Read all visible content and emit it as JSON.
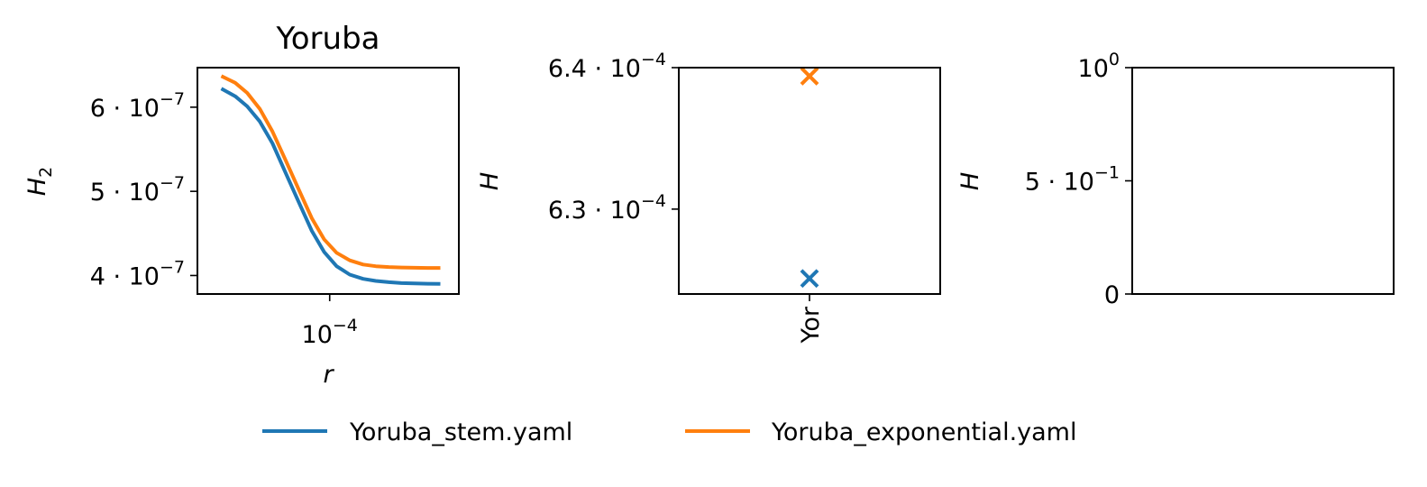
{
  "legend": {
    "entries": [
      {
        "label": "Yoruba_stem.yaml",
        "color": "#1f77b4"
      },
      {
        "label": "Yoruba_exponential.yaml",
        "color": "#ff7f0e"
      }
    ]
  },
  "chart_data": [
    {
      "type": "line",
      "title": "Yoruba",
      "xlabel": "r",
      "ylabel": "H",
      "ylabel_sub": "2",
      "xscale": "log",
      "xlim": [
        2.3e-05,
        0.00042
      ],
      "ylim": [
        3.78e-07,
        6.47e-07
      ],
      "xticks": [
        {
          "value": 0.0001,
          "base": "10",
          "exp": "−4"
        }
      ],
      "yticks": [
        {
          "value": 4e-07,
          "mant": "4",
          "exp": "−7"
        },
        {
          "value": 5e-07,
          "mant": "5",
          "exp": "−7"
        },
        {
          "value": 6e-07,
          "mant": "6",
          "exp": "−7"
        }
      ],
      "series": [
        {
          "name": "Yoruba_stem.yaml",
          "color": "#1f77b4",
          "x": [
            3e-05,
            3.5e-05,
            4e-05,
            4.6e-05,
            5.3e-05,
            6.1e-05,
            7.1e-05,
            8.2e-05,
            9.4e-05,
            0.000108,
            0.000125,
            0.000145,
            0.000167,
            0.000193,
            0.000222,
            0.000257,
            0.000297,
            0.000342
          ],
          "y": [
            6.22e-07,
            6.13e-07,
            6.01e-07,
            5.83e-07,
            5.57e-07,
            5.23e-07,
            4.87e-07,
            4.53e-07,
            4.28e-07,
            4.11e-07,
            4.01e-07,
            3.96e-07,
            3.935e-07,
            3.92e-07,
            3.91e-07,
            3.905e-07,
            3.902e-07,
            3.9e-07
          ]
        },
        {
          "name": "Yoruba_exponential.yaml",
          "color": "#ff7f0e",
          "x": [
            3e-05,
            3.5e-05,
            4e-05,
            4.6e-05,
            5.3e-05,
            6.1e-05,
            7.1e-05,
            8.2e-05,
            9.4e-05,
            0.000108,
            0.000125,
            0.000145,
            0.000167,
            0.000193,
            0.000222,
            0.000257,
            0.000297,
            0.000342
          ],
          "y": [
            6.37e-07,
            6.29e-07,
            6.17e-07,
            5.98e-07,
            5.71e-07,
            5.38e-07,
            5.02e-07,
            4.68e-07,
            4.43e-07,
            4.27e-07,
            4.18e-07,
            4.13e-07,
            4.11e-07,
            4.1e-07,
            4.095e-07,
            4.092e-07,
            4.09e-07,
            4.09e-07
          ]
        }
      ]
    },
    {
      "type": "scatter",
      "ylabel": "H",
      "categories": [
        "Yor"
      ],
      "ylim": [
        0.000624,
        0.00064
      ],
      "yticks": [
        {
          "value": 0.00063,
          "mant": "6.3",
          "exp": "−4"
        },
        {
          "value": 0.00064,
          "mant": "6.4",
          "exp": "−4"
        }
      ],
      "series": [
        {
          "name": "Yoruba_stem.yaml",
          "color": "#1f77b4",
          "marker": "x",
          "values": [
            0.0006251
          ]
        },
        {
          "name": "Yoruba_exponential.yaml",
          "color": "#ff7f0e",
          "marker": "x",
          "values": [
            0.0006394
          ]
        }
      ]
    },
    {
      "type": "scatter",
      "ylabel": "H",
      "ylim": [
        0,
        1
      ],
      "yticks": [
        {
          "value": 0,
          "plain": "0"
        },
        {
          "value": 0.5,
          "mant": "5",
          "exp": "−1"
        },
        {
          "value": 1,
          "base": "10",
          "exp": "0"
        }
      ],
      "series": []
    }
  ]
}
